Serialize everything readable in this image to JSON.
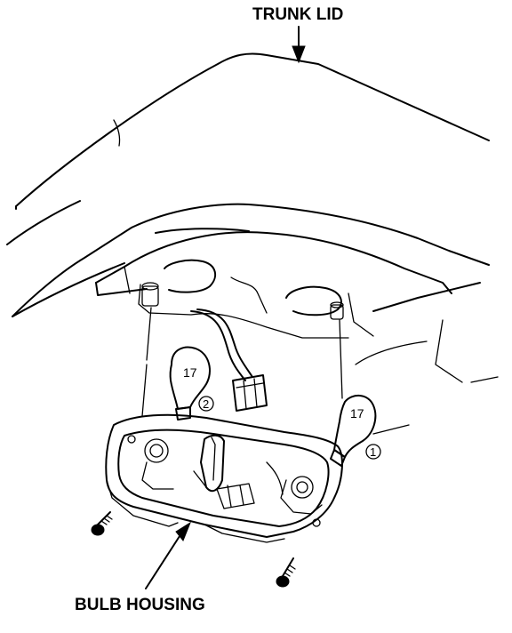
{
  "labels": {
    "trunk_lid": "TRUNK LID",
    "bulb_housing": "BULB HOUSING",
    "callout_1": "1",
    "callout_2": "2",
    "bulb_left_marking": "17",
    "bulb_right_marking": "17"
  }
}
